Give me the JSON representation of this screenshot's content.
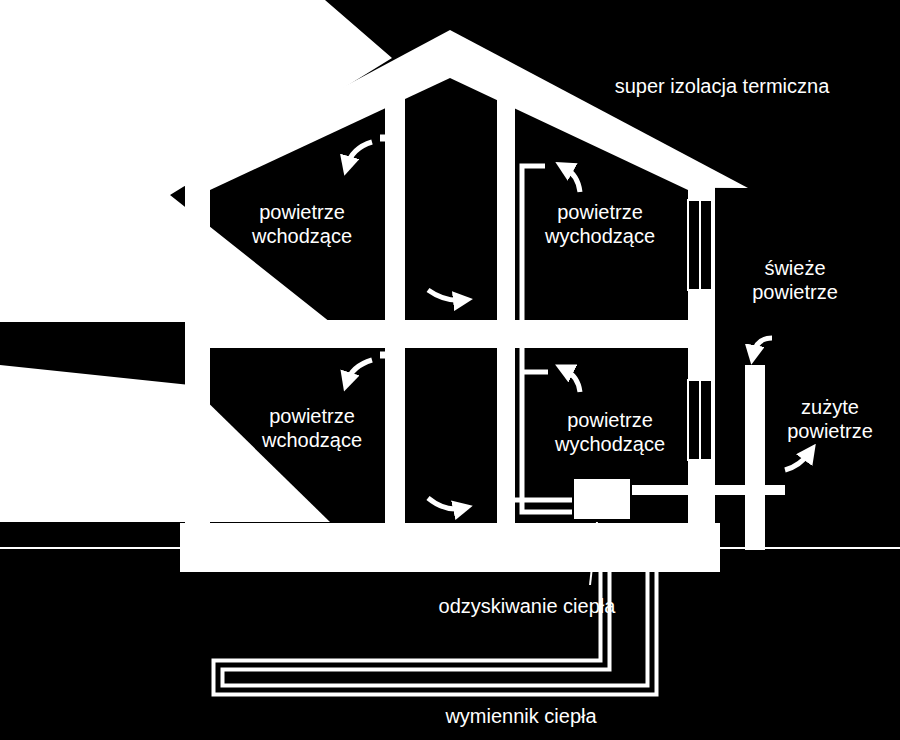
{
  "diagram": {
    "labels": [
      "super izolacja termiczna",
      "powietrze wchodzące",
      "powietrze wychodzące",
      "świeże powietrze",
      "powietrze wchodzące",
      "powietrze wychodzące",
      "zużyte powietrze",
      "odzyskiwanie ciepła",
      "wymiennik ciepła"
    ]
  }
}
